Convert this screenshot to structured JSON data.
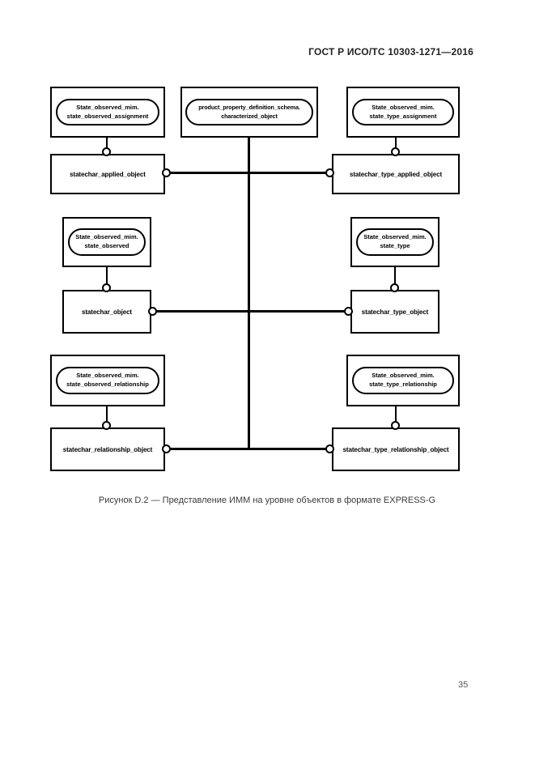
{
  "page": {
    "header": "ГОСТ Р ИСО/ТС 10303-1271—2016",
    "caption": "Рисунок D.2 — Представление ИММ на уровне объектов в формате EXPRESS-G",
    "page_number": "35"
  },
  "colors": {
    "ink": "#000000",
    "paper": "#ffffff"
  },
  "diagram": {
    "type": "express-g",
    "schema_refs": [
      {
        "line1": "State_observed_mim.",
        "line2": "state_observed_assignment"
      },
      {
        "line1": "product_property_definition_schema.",
        "line2": "characterized_object"
      },
      {
        "line1": "State_observed_mim.",
        "line2": "state_type_assignment"
      },
      {
        "line1": "State_observed_mim.",
        "line2": "state_observed"
      },
      {
        "line1": "State_observed_mim.",
        "line2": "state_type"
      },
      {
        "line1": "State_observed_mim.",
        "line2": "state_observed_relationship"
      },
      {
        "line1": "State_observed_mim.",
        "line2": "state_type_relationship"
      }
    ],
    "entities": [
      {
        "label": "statechar_applied_object"
      },
      {
        "label": "statechar_type_applied_object"
      },
      {
        "label": "statechar_object"
      },
      {
        "label": "statechar_type_object"
      },
      {
        "label": "statechar_relationship_object"
      },
      {
        "label": "statechar_type_relationship_object"
      }
    ]
  }
}
